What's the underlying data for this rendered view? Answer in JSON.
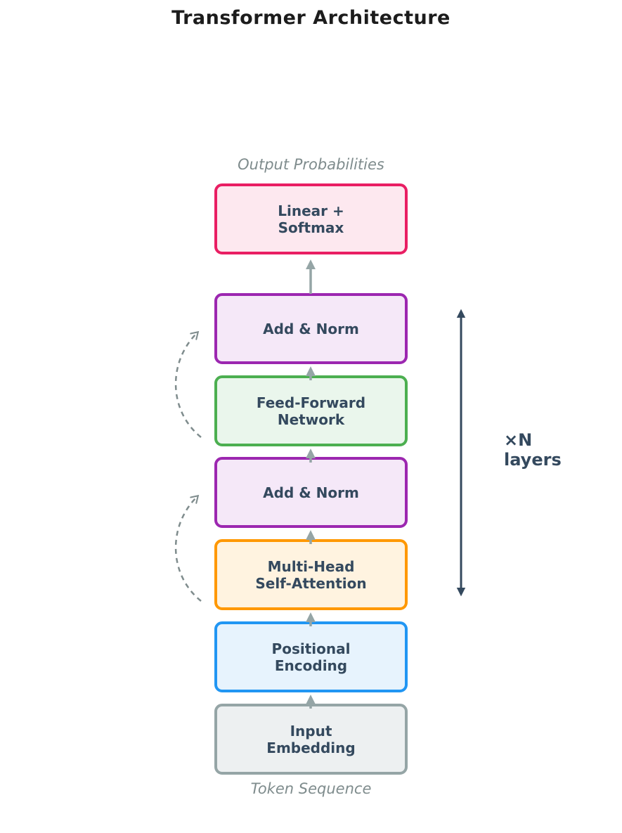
{
  "page": {
    "title": "Transformer Architecture"
  },
  "labels": {
    "top": "Output Probabilities",
    "bottom": "Token Sequence",
    "layers": "×N\nlayers"
  },
  "boxes": [
    {
      "name": "linear-softmax",
      "label": "Linear +\nSoftmax",
      "border_color": "#e91e63",
      "fill_color": "#fde8ef"
    },
    {
      "name": "add-norm-top",
      "label": "Add & Norm",
      "border_color": "#9c27b0",
      "fill_color": "#f5e8f8"
    },
    {
      "name": "feed-forward-network",
      "label": "Feed-Forward\nNetwork",
      "border_color": "#4caf50",
      "fill_color": "#eaf6ec"
    },
    {
      "name": "add-norm-bottom",
      "label": "Add & Norm",
      "border_color": "#9c27b0",
      "fill_color": "#f5e8f8"
    },
    {
      "name": "multi-head-self-attention",
      "label": "Multi-Head\nSelf-Attention",
      "border_color": "#ff9800",
      "fill_color": "#fff3e0"
    },
    {
      "name": "positional-encoding",
      "label": "Positional\nEncoding",
      "border_color": "#2196f3",
      "fill_color": "#e7f3fd"
    },
    {
      "name": "input-embedding",
      "label": "Input\nEmbedding",
      "border_color": "#95a5a6",
      "fill_color": "#edf0f1"
    }
  ],
  "colors": {
    "title_text": "#1c1c1c",
    "box_text": "#34495e",
    "muted_label": "#7f8c8d",
    "flow_arrow": "#95a5a6",
    "layers_arrow": "#34495e",
    "residual_arrow": "#7f8c8d"
  }
}
